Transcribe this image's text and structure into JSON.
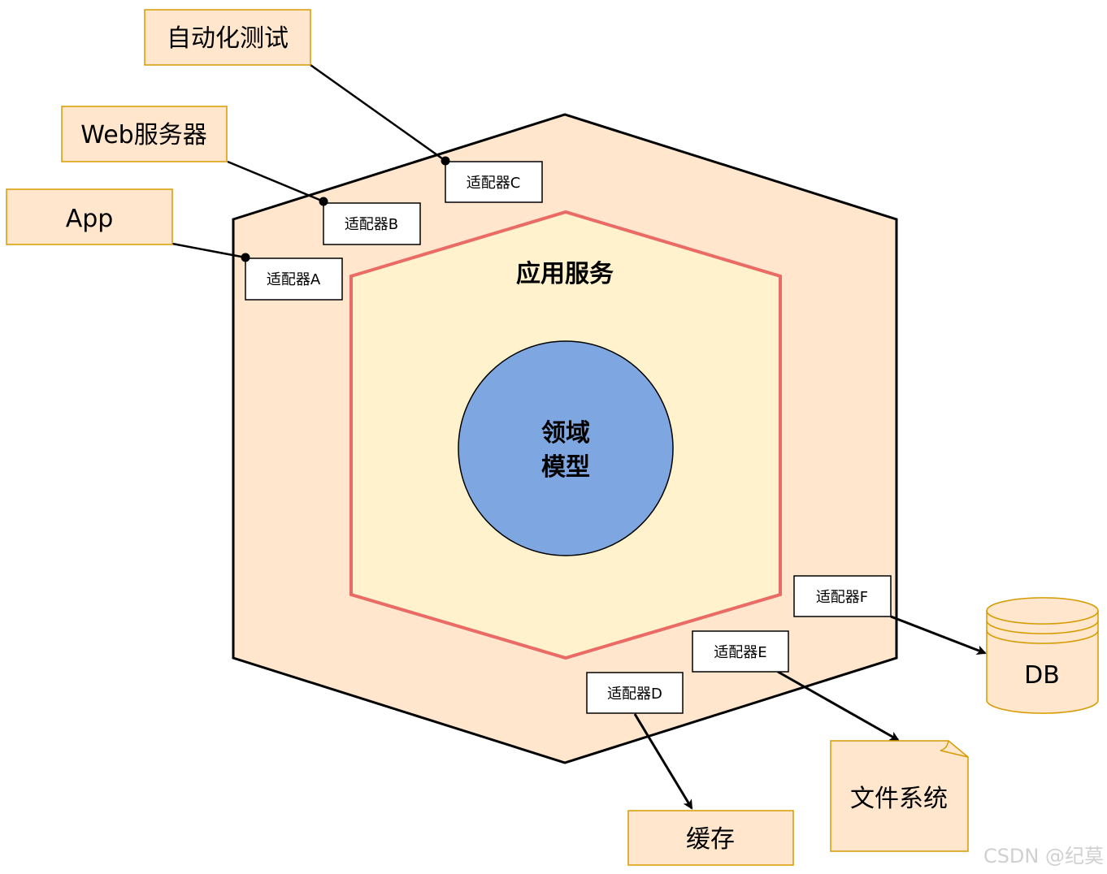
{
  "layers": {
    "application_service": "应用服务",
    "domain_model_line1": "领域",
    "domain_model_line2": "模型"
  },
  "actors": {
    "test": "自动化测试",
    "web": "Web服务器",
    "app": "App",
    "cache": "缓存",
    "db": "DB",
    "fs": "文件系统"
  },
  "adapters": {
    "a": "适配器A",
    "b": "适配器B",
    "c": "适配器C",
    "d": "适配器D",
    "e": "适配器E",
    "f": "适配器F"
  },
  "watermark": "CSDN @纪莫",
  "colors": {
    "outer_fill": "#ffe6cc",
    "inner_fill": "#fff2cc",
    "inner_stroke": "#ea6b66",
    "domain_fill": "#7ea6e0",
    "actor_stroke": "#d79b00"
  }
}
